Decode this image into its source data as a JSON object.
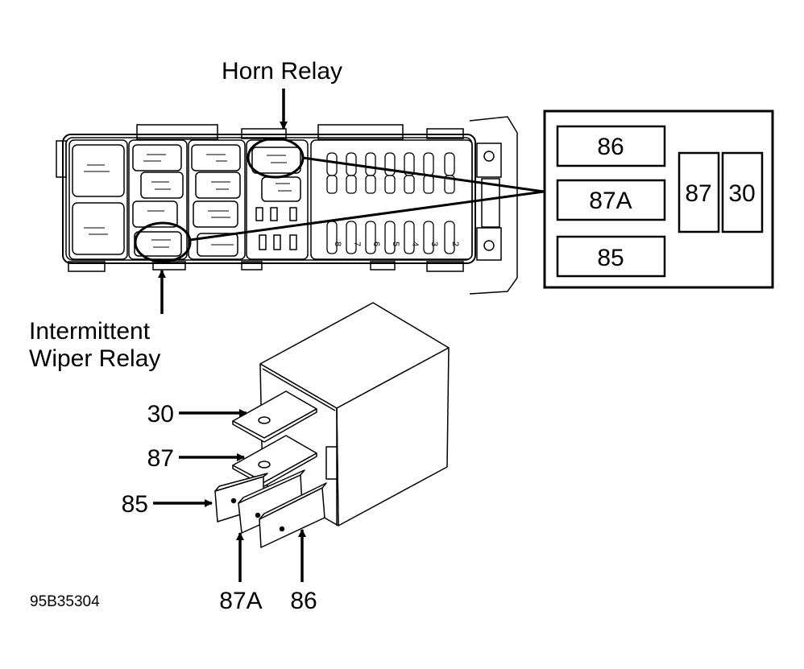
{
  "callouts": {
    "horn_relay": "Horn Relay",
    "wiper_relay_line1": "Intermittent",
    "wiper_relay_line2": "Wiper Relay"
  },
  "socket_pinout": {
    "pins": [
      "86",
      "87A",
      "85",
      "87",
      "30"
    ]
  },
  "relay_terminals": {
    "t30": "30",
    "t87": "87",
    "t85": "85",
    "t87a": "87A",
    "t86": "86"
  },
  "fuse_numbers": [
    "8",
    "7",
    "6",
    "5",
    "4",
    "3",
    "2"
  ],
  "figure_id": "95B35304",
  "colors": {
    "ink": "#000000",
    "paper": "#ffffff"
  }
}
